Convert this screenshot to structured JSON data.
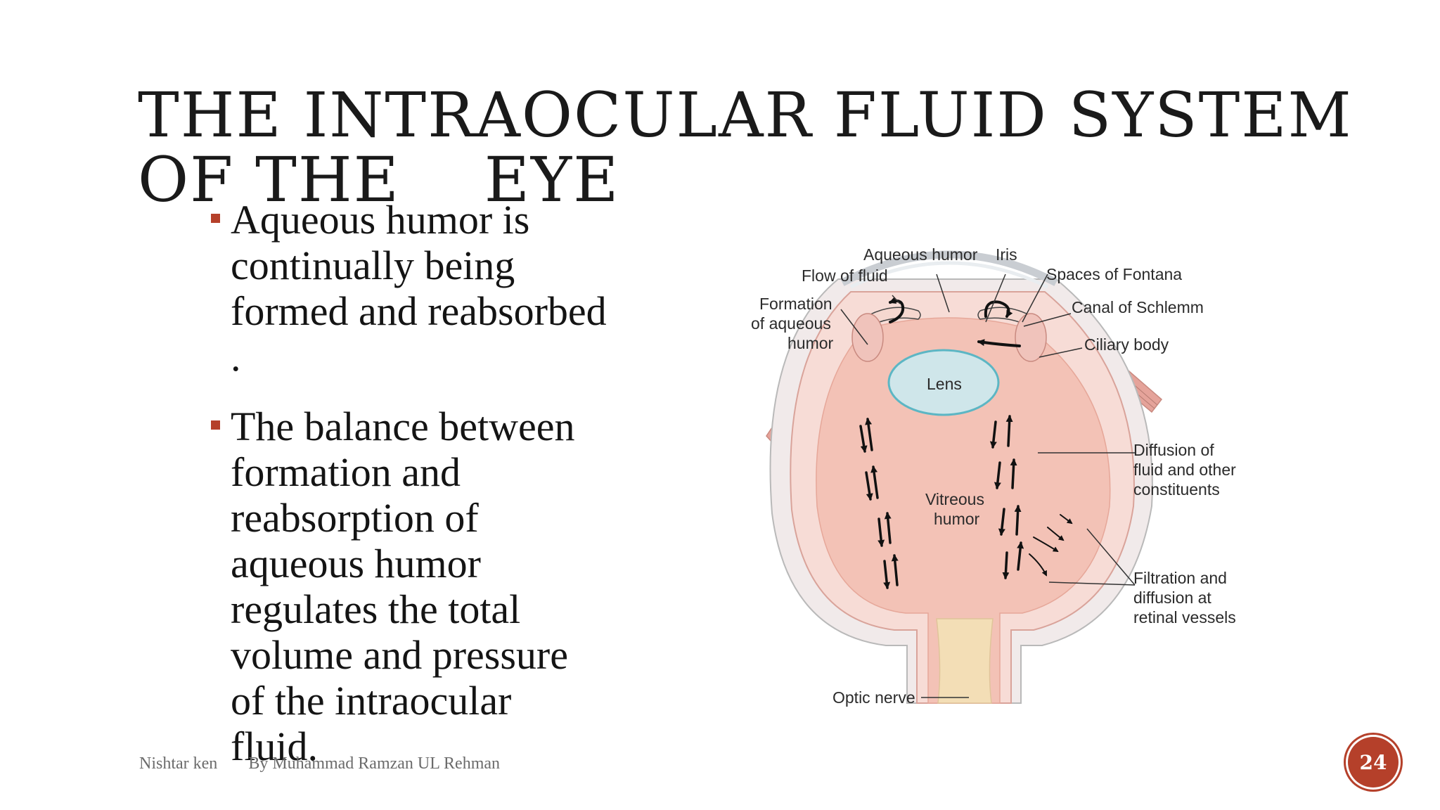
{
  "slide": {
    "title_lines": [
      "THE INTRAOCULAR FLUID SYSTEM",
      "OF THE    EYE"
    ],
    "bullets": [
      {
        "lines": [
          "Aqueous humor is",
          "continually being",
          "formed and reabsorbed",
          "."
        ]
      },
      {
        "lines": [
          "The balance between",
          "formation and",
          "reabsorption of",
          "aqueous humor",
          "regulates the total",
          "volume and pressure",
          "of the intraocular",
          "fluid."
        ]
      }
    ],
    "footer": {
      "left": "Nishtar ken",
      "right": "By Muhammad Ramzan UL Rehman"
    },
    "page_number": "24"
  },
  "diagram": {
    "labels": {
      "aqueous_humor": "Aqueous humor",
      "iris": "Iris",
      "flow_of_fluid": "Flow of fluid",
      "spaces_of_fontana": "Spaces of Fontana",
      "formation_1": "Formation",
      "formation_2": "of aqueous",
      "formation_3": "humor",
      "canal_of_schlemm": "Canal of Schlemm",
      "ciliary_body": "Ciliary body",
      "lens": "Lens",
      "diffusion_1": "Diffusion of",
      "diffusion_2": "fluid and other",
      "diffusion_3": "constituents",
      "vitreous_1": "Vitreous",
      "vitreous_2": "humor",
      "filtration_1": "Filtration and",
      "filtration_2": "diffusion at",
      "filtration_3": "retinal vessels",
      "optic_nerve": "Optic nerve"
    }
  },
  "colors": {
    "accent": "#b5402a",
    "vitreous_fill": "#f3c2b6",
    "lens_fill": "#cfe6ea",
    "lens_stroke": "#5cb6c4",
    "optic_nerve_fill": "#f3deb6",
    "muscle_fill": "#e5a39a"
  }
}
